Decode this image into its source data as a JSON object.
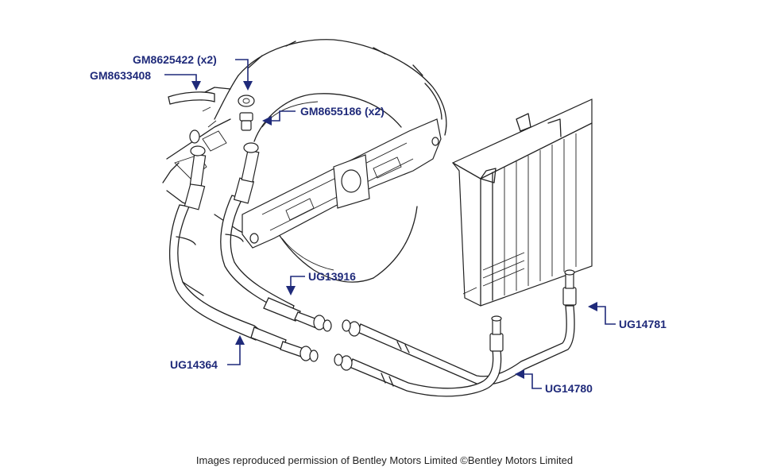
{
  "parts": {
    "gm8625422": "GM8625422 (x2)",
    "gm8633408": "GM8633408",
    "gm8655186": "GM8655186 (x2)",
    "ug13916": "UG13916",
    "ug14364": "UG14364",
    "ug14781": "UG14781",
    "ug14780": "UG14780"
  },
  "caption": "Images reproduced permission of Bentley Motors Limited ©Bentley Motors Limited",
  "colors": {
    "label": "#1f2a7a",
    "ink": "#222222"
  }
}
